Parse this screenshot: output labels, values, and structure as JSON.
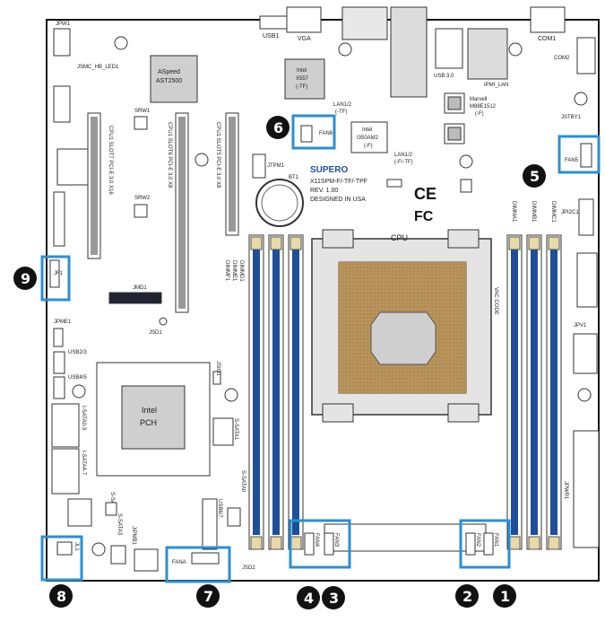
{
  "colors": {
    "board_outline": "#111111",
    "dimm_slot": "#1f4f9a",
    "dimm_latch": "#e8d9a8",
    "highlight": "#2b8fd6",
    "callout_fill": "#111111",
    "cpu_die": "#b8935a",
    "cpu_heatspreader": "#9e7a45",
    "ihs_center": "#cfcfcf",
    "socket_frame": "#d9d9d9",
    "chip_fill": "#cfcfcf"
  },
  "labels": {
    "top_usb": "USB1",
    "top_vga": "VGA",
    "top_com1": "COM1",
    "com2": "COM2",
    "lan_conn": "LAN1/2",
    "usb_3": "USB 3.0",
    "ipmi_lan": "IPMI_LAN",
    "jpwr_top": "JPW1",
    "jbmc_led": "JSMC_HB_LED1",
    "aspeed_brand": "ASpeed",
    "aspeed_model": "AST2500",
    "intel_x5": "Intel\nX557\n-TF",
    "intel_short": "Intel",
    "intel_x557": "X557",
    "intel_tf": "(-TF)",
    "lan12_a": "LAN1/2",
    "lan12_b": "(-TF)",
    "lan12_c": "LAN1/2",
    "lan12_d": "(-F/-TF)",
    "marvell_a": "Marvell",
    "marvell_b": "M88E1512",
    "marvell_c": "(-F)",
    "intel2_a": "Intel",
    "intel2_b": "I350AM2",
    "intel2_c": "(-F)",
    "cpu_slot7": "CPU1 SLOT7 PCI-E 3.0 X16",
    "cpu_slot6": "CPU1 SLOT6 PCI-E 3.0 X8",
    "cpu_slot5": "CPU1 SLOT5 PCI-E 3.0 X8",
    "srw1": "SRW1",
    "srw2": "SRW2",
    "jtpm1": "JTPM1",
    "bt1": "BT1",
    "brand": "SUPERO",
    "model": "X11SPM-F/-TF/-TPF",
    "rev": "REV. 1.00",
    "made": "DESIGNED IN USA",
    "cpu": "CPU",
    "jstby1": "JSTBY1",
    "jpi2c1": "JPI2C1",
    "jpwr1": "JPWR1",
    "dimma1": "DIMMA1",
    "dimmb1": "DIMMB1",
    "dimmc1": "DIMMC1",
    "dimmd1": "DIMMD1",
    "dimme1": "DIMME1",
    "dimmf1": "DIMMF1",
    "intel_pch_a": "Intel",
    "intel_pch_b": "PCH",
    "jmd1": "JMD1",
    "jsd1": "JSD1",
    "usb23": "USB2/3",
    "usb45": "USB4/5",
    "sata03": "I-SATA0-3",
    "sata47": "I-SATA4-7",
    "ssata0": "S-SATA0",
    "ssata1": "S-SATA1",
    "ssata2": "S-SATA2",
    "ssata3": "S-SATA3",
    "jpme1": "JPME1",
    "usb67": "USB6/7",
    "jipmb1": "JIPMB1",
    "jl1": "JL1",
    "jfp1": "JF1",
    "fan_a": "FANA",
    "fan_1": "FAN1",
    "fan_2": "FAN2",
    "fan_3": "FAN3",
    "fan_4": "FAN4",
    "fan_5": "FAN5",
    "fan_6": "FAN6",
    "jsio1": "JSIO1",
    "jsd2": "JSD2",
    "vrm_code": "VAC CODE"
  },
  "callouts": [
    "1",
    "2",
    "3",
    "4",
    "5",
    "6",
    "7",
    "8",
    "9"
  ]
}
